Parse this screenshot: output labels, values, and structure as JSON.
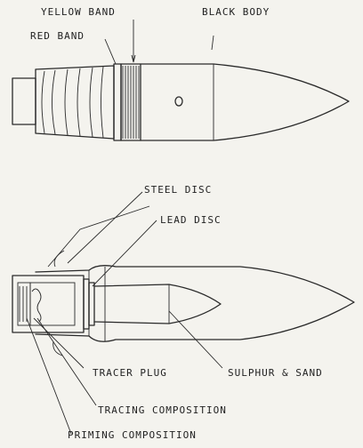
{
  "labels": {
    "yellow_band": "YELLOW BAND",
    "black_body": "BLACK BODY",
    "red_band": "RED BAND",
    "steel_disc": "STEEL DISC",
    "lead_disc": "LEAD DISC",
    "tracer_plug": "TRACER PLUG",
    "sulphur_sand": "SULPHUR & SAND",
    "tracing_composition": "TRACING COMPOSITION",
    "priming_composition": "PRIMING COMPOSITION"
  }
}
